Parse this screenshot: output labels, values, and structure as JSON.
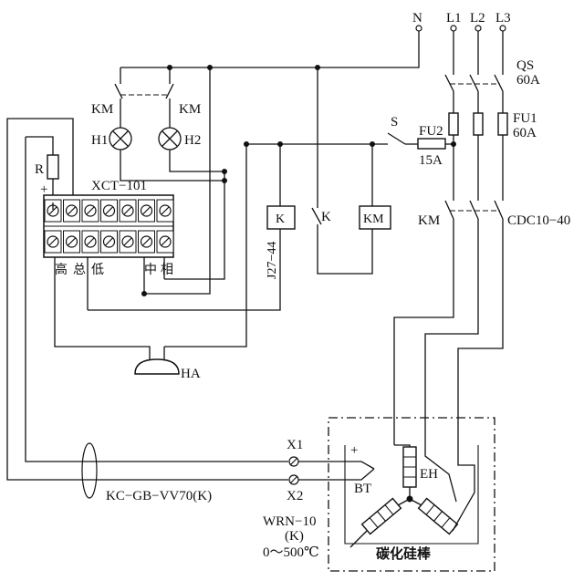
{
  "supply": {
    "n": "N",
    "l1": "L1",
    "l2": "L2",
    "l3": "L3"
  },
  "qs": {
    "name": "QS",
    "rating": "60A"
  },
  "fu1": {
    "name": "FU1",
    "rating": "60A"
  },
  "fu2": {
    "name": "FU2",
    "rating": "15A"
  },
  "switch_s": "S",
  "contactor": {
    "name": "KM",
    "model": "CDC10−40",
    "coil": "KM"
  },
  "relay": {
    "coil": "K",
    "contact": "K",
    "model": "J27−44"
  },
  "indicators": {
    "km_left": "KM",
    "km_right": "KM",
    "h1": "H1",
    "h2": "H2"
  },
  "controller": {
    "model": "XCT−101",
    "plus": "+",
    "terminals": [
      "高",
      "总",
      "低",
      "中",
      "相"
    ]
  },
  "resistor": "R",
  "buzzer": "HA",
  "cable": "KC−GB−VV70(K)",
  "junction": {
    "x1": "X1",
    "x2": "X2"
  },
  "thermocouple": {
    "model": "WRN−10",
    "variant": "(K)",
    "range": "0～500℃",
    "name": "BT",
    "plus": "+"
  },
  "heater": {
    "name": "EH",
    "element": "碳化硅棒"
  },
  "colors": {
    "line": "#111111",
    "background": "#ffffff"
  }
}
